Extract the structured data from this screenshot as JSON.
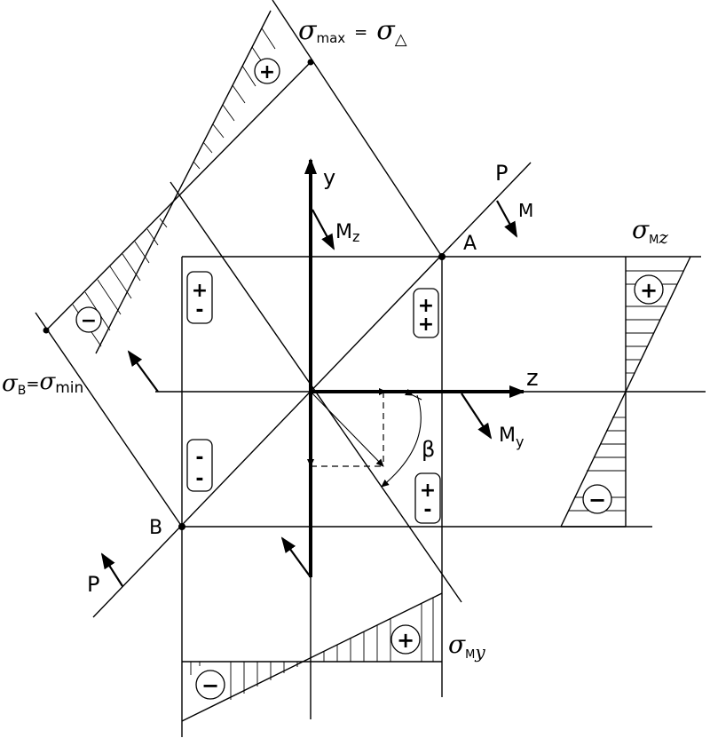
{
  "labels": {
    "axis_y": "y",
    "axis_z": "z",
    "point_a": "A",
    "point_b": "B",
    "force_top": "P",
    "force_bottom": "P",
    "moment_m": "M",
    "moment_mz_m": "M",
    "moment_mz_sub": "z",
    "moment_my_m": "M",
    "moment_my_sub": "y",
    "angle_beta": "β"
  },
  "stress_labels": {
    "max_sigma": "σ",
    "max_sub": "max",
    "max_eq": "=",
    "max_rhs_sigma": "σ",
    "max_rhs_sub": "△",
    "b_sigma": "σ",
    "b_sub": "B",
    "b_eq": "=",
    "b_rhs_sigma": "σ",
    "b_rhs_sub": "min",
    "mz_sigma": "σ",
    "mz_sub_m": "M",
    "mz_sub_letter": "z",
    "my_sigma": "σ",
    "my_sub_m": "M",
    "my_sub_letter": "y"
  },
  "signs": {
    "diag_plus": "+",
    "diag_minus": "−",
    "mz_plus": "+",
    "mz_minus": "−",
    "my_plus": "+",
    "my_minus": "−",
    "quad_top_left": [
      "+",
      "-"
    ],
    "quad_top_right": [
      "+",
      "+"
    ],
    "quad_bottom_left": [
      "-",
      "-"
    ],
    "quad_bottom_right": [
      "+",
      "-"
    ]
  }
}
